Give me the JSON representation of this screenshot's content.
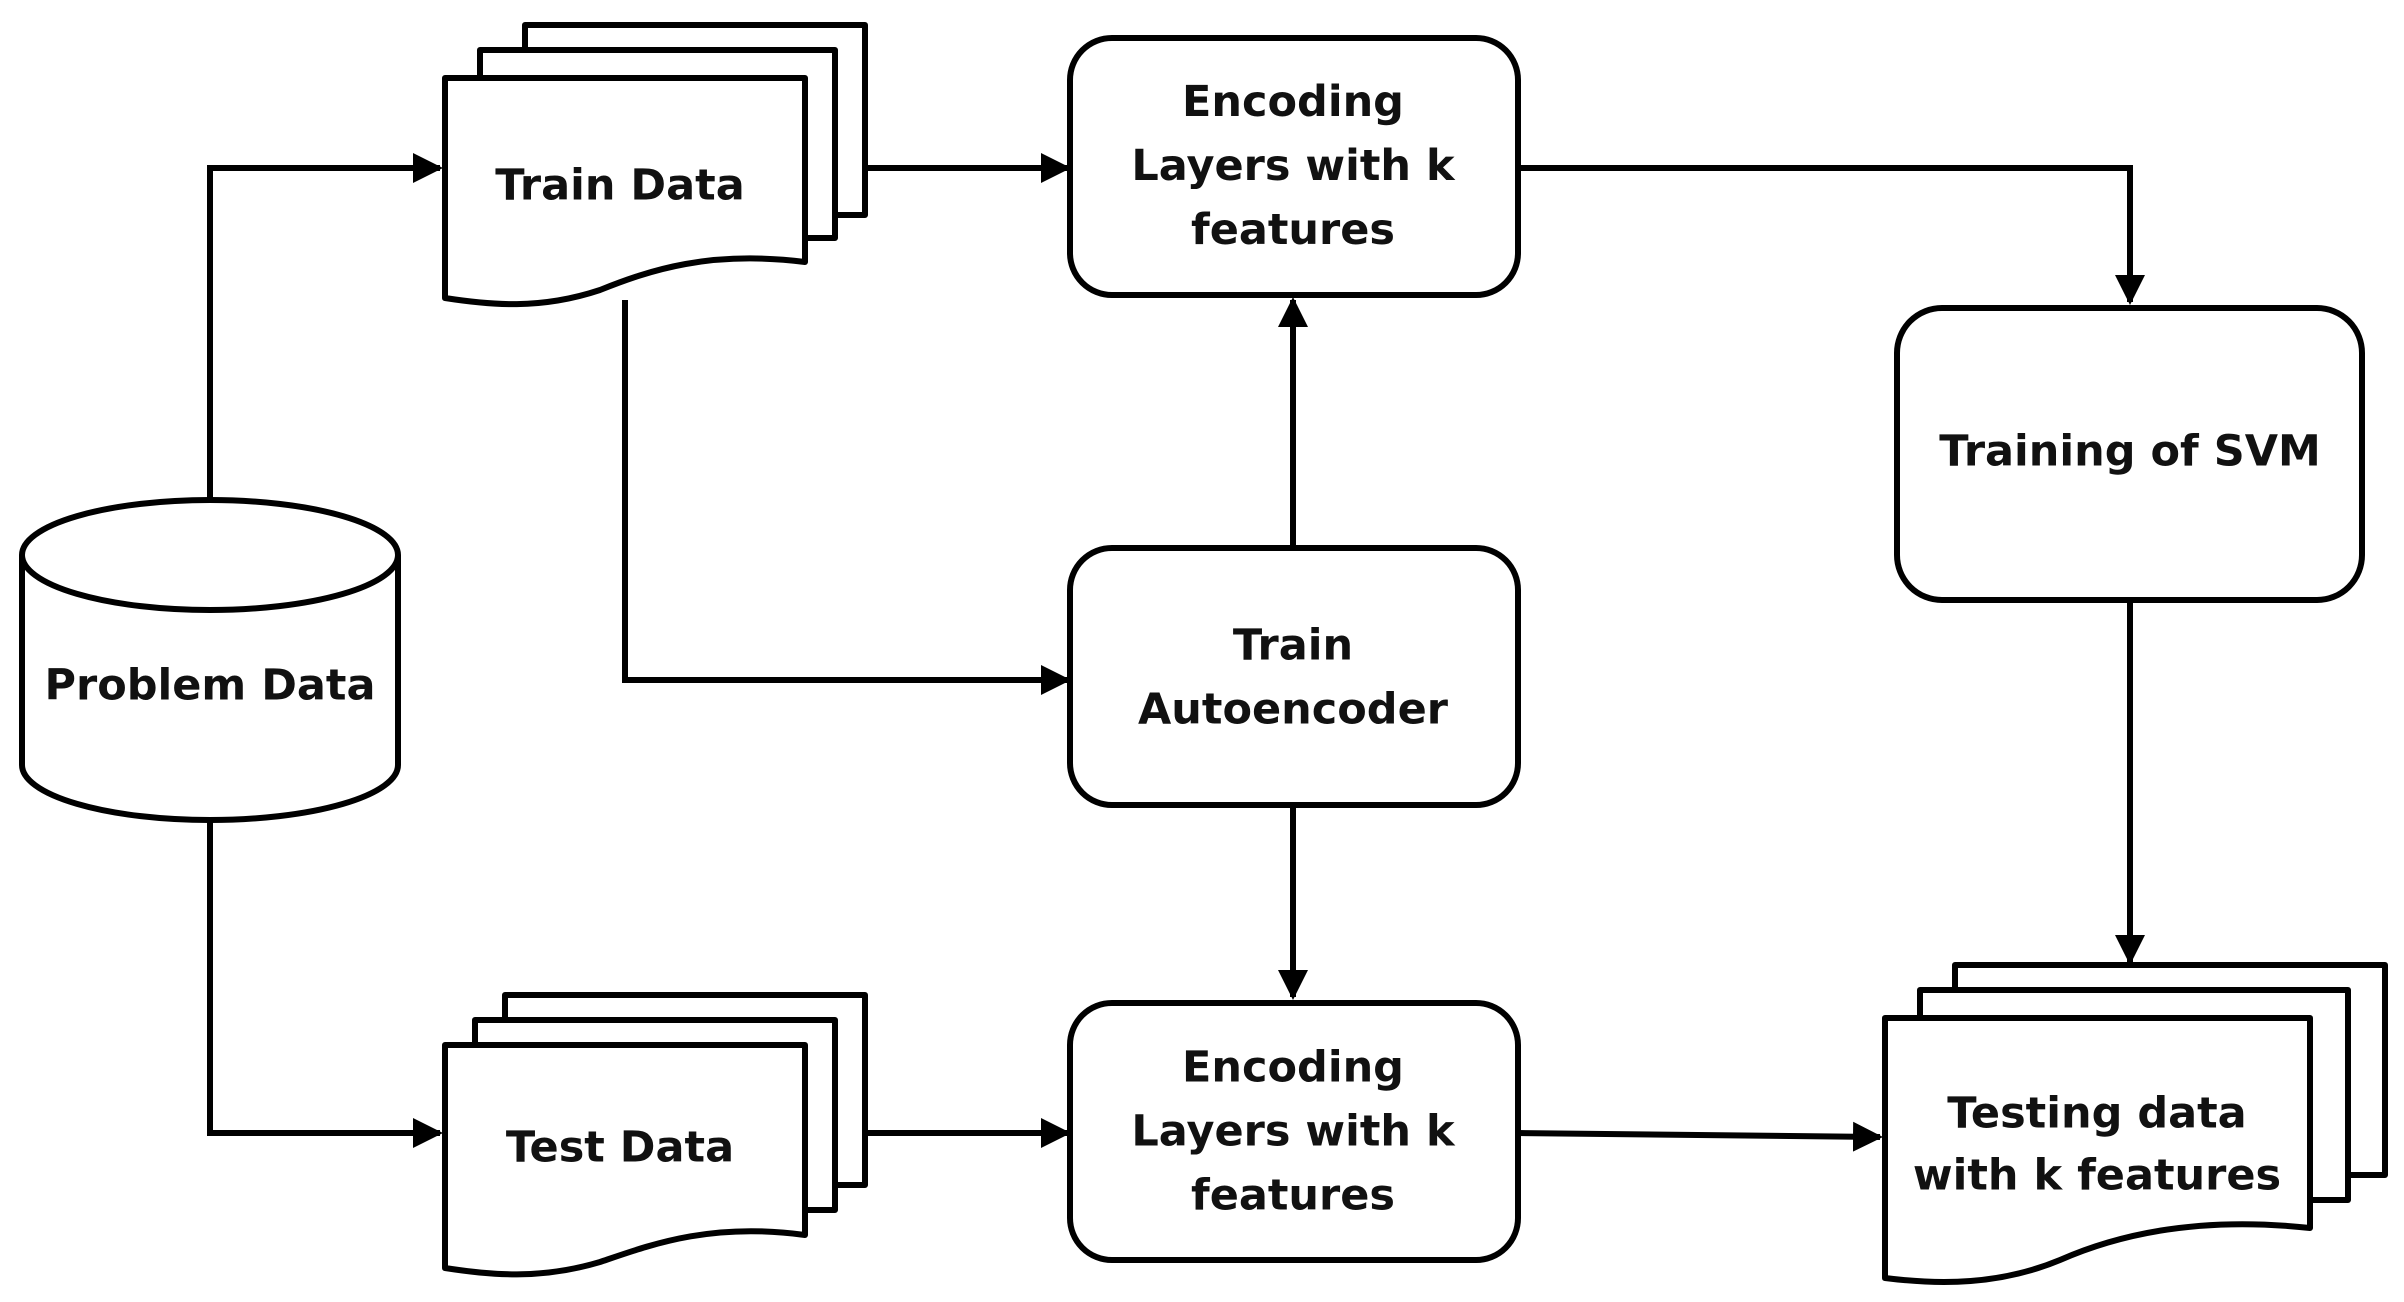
{
  "nodes": {
    "problem_data": {
      "label": "Problem Data"
    },
    "train_data": {
      "label": "Train Data"
    },
    "test_data": {
      "label": "Test Data"
    },
    "encoding_top": {
      "lines": [
        "Encoding",
        "Layers with k",
        "features"
      ]
    },
    "train_autoencoder": {
      "lines": [
        "Train",
        "Autoencoder"
      ]
    },
    "encoding_bottom": {
      "lines": [
        "Encoding",
        "Layers with k",
        "features"
      ]
    },
    "training_svm": {
      "label": "Training of SVM"
    },
    "testing_data": {
      "lines": [
        "Testing data",
        "with k features"
      ]
    }
  },
  "colors": {
    "stroke": "#000000",
    "fill": "#ffffff",
    "text": "#111111"
  }
}
